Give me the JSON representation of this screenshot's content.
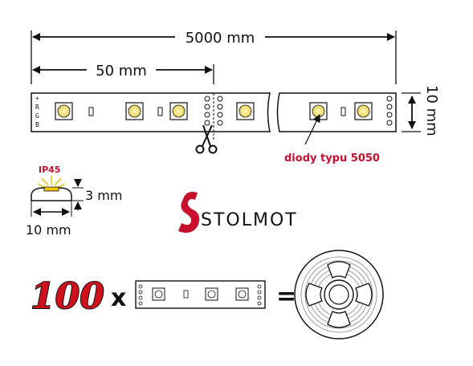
{
  "dimensions": {
    "total_length": "5000 mm",
    "segment_length": "50 mm",
    "strip_width": "10 mm",
    "profile_height": "3 mm",
    "profile_width": "10 mm"
  },
  "strip": {
    "terminal_labels": [
      "+",
      "R",
      "G",
      "B"
    ]
  },
  "annotations": {
    "diode_type": "diody typu 5050",
    "ip_rating": "IP45"
  },
  "brand": {
    "name": "STOLMOT",
    "logo_letter": "S"
  },
  "equation": {
    "count": "100",
    "times": "x",
    "equals": "="
  },
  "colors": {
    "accent_red": "#c8102e",
    "led_yellow": "#f3e27a",
    "outline": "#111111"
  },
  "icons": [
    "scissors-icon",
    "arrow-icon",
    "reel-icon",
    "logo-icon"
  ]
}
